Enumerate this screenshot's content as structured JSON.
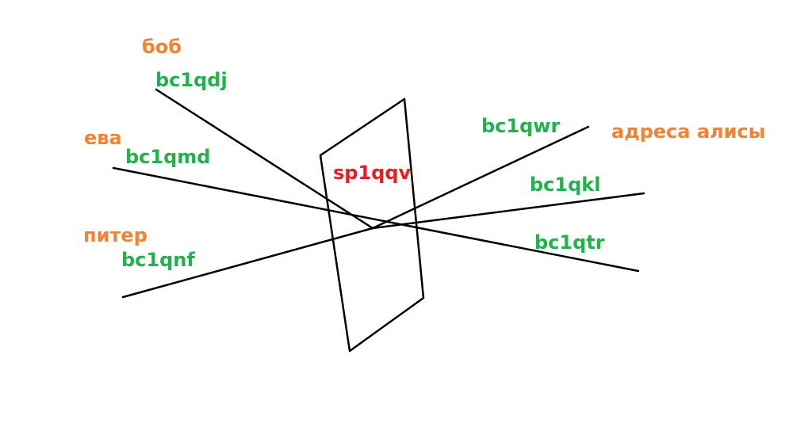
{
  "diagram": {
    "line_color": "#000000",
    "colors": {
      "names": "#f58232",
      "addresses": "#22b14c",
      "center": "#ed1c24"
    },
    "inputs": [
      {
        "name": "боб",
        "address": "bc1qdj"
      },
      {
        "name": "ева",
        "address": "bc1qmd"
      },
      {
        "name": "питер",
        "address": "bc1qnf"
      }
    ],
    "center_label": "sp1qqv",
    "outputs_owner": "адреса алисы",
    "outputs": [
      {
        "address": "bc1qwr"
      },
      {
        "address": "bc1qkl"
      },
      {
        "address": "bc1qtr"
      }
    ]
  }
}
